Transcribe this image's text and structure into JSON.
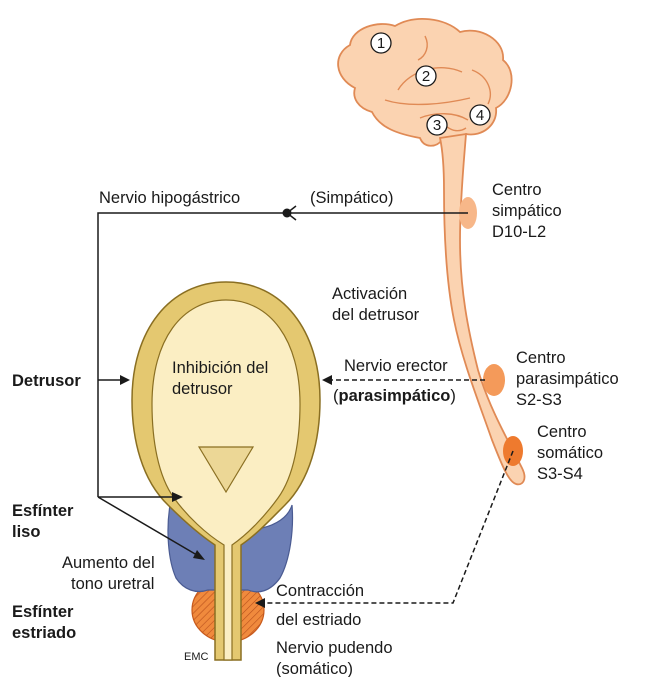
{
  "colors": {
    "brain_fill": "#fbd3b1",
    "spine_fill": "#fbd3b1",
    "bladder_wall": "#e4c870",
    "bladder_inner": "#fbeec3",
    "smooth_sphincter": "#6d7fb6",
    "striated_sphincter": "#f08a3d",
    "trigone": "#ecd796",
    "line": "#1a1a1a"
  },
  "brain_regions": [
    "1",
    "2",
    "3",
    "4"
  ],
  "labels": {
    "hypogastric_nerve": "Nervio hipogástrico",
    "sympathetic": "(Simpático)",
    "sympathetic_center": [
      "Centro",
      "simpático",
      "D10-L2"
    ],
    "detrusor_activation": [
      "Activación",
      "del detrusor"
    ],
    "detrusor": "Detrusor",
    "detrusor_inhibition": [
      "Inhibición del",
      "detrusor"
    ],
    "erector_nerve": "Nervio erector",
    "parasympathetic_open": "(",
    "parasympathetic": "parasimpático",
    "parasympathetic_close": ")",
    "parasympathetic_center": [
      "Centro",
      "parasimpático",
      "S2-S3"
    ],
    "somatic_center": [
      "Centro",
      "somático",
      "S3-S4"
    ],
    "smooth_sphincter": [
      "Esfínter",
      "liso"
    ],
    "urethral_tone": [
      "Aumento del",
      "tono uretral"
    ],
    "striated_sphincter": [
      "Esfínter",
      "estriado"
    ],
    "striated_contraction": [
      "Contracción",
      "del estriado"
    ],
    "pudendal_nerve": [
      "Nervio pudendo",
      "(somático)"
    ],
    "signature": "EMC"
  }
}
